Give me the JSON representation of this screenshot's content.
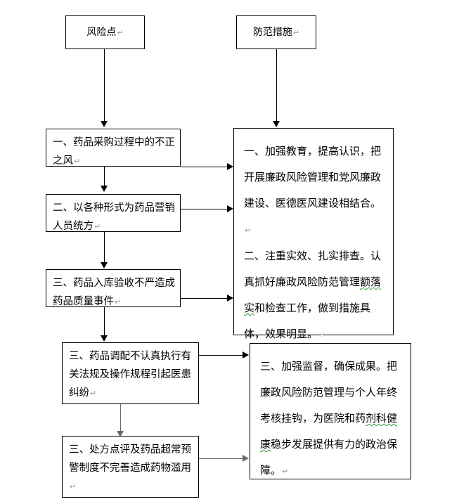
{
  "diagram": {
    "title_boxes": {
      "risk": "风险点",
      "measure": "防范措施"
    },
    "paragraph_mark": "↵",
    "risk_items": [
      {
        "id": "risk-1",
        "text": "一、药品采购过程中的不正之风"
      },
      {
        "id": "risk-2",
        "text": "二、以各种形式为药品营销人员统方"
      },
      {
        "id": "risk-3",
        "text": "三、药品入库验收不严造成药品质量事件"
      },
      {
        "id": "risk-4",
        "text": "三、药品调配不认真执行有关法规及操作规程引起医患纠纷",
        "misspelled_tail": "医患纠纷"
      },
      {
        "id": "risk-5",
        "text": "三、处方点评及药品超常预警制度不完善造成药物滥用"
      }
    ],
    "measure_items": [
      {
        "id": "measure-1",
        "paragraphs": [
          {
            "lead": "一、加强教育，提高认识，把开展廉政风险管理和党风廉政建设、医德医风建设相结合。"
          },
          {
            "pre": "二、注重实效、扎实排查。认真抓好廉政风险防范管理",
            "flagged": "额落实",
            "post": "和检查工作，做到措施具体，效果明显。"
          }
        ]
      },
      {
        "id": "measure-2",
        "paragraphs": [
          {
            "pre": "三、加强监督，确保成果。把廉政风险防范管理与个人年终考核挂钩，为医院和药",
            "flagged": "剂科健康",
            "post": "稳步发展提供有力的政治保障。"
          }
        ]
      }
    ],
    "colors": {
      "line": "#000000",
      "line_gray": "#6b6b6b",
      "text": "#000000",
      "paragraph_mark": "#9a9a9a",
      "grammar_underline": "#2e9b3a",
      "spelling_underline": "#d42a2a",
      "background": "#ffffff"
    }
  }
}
